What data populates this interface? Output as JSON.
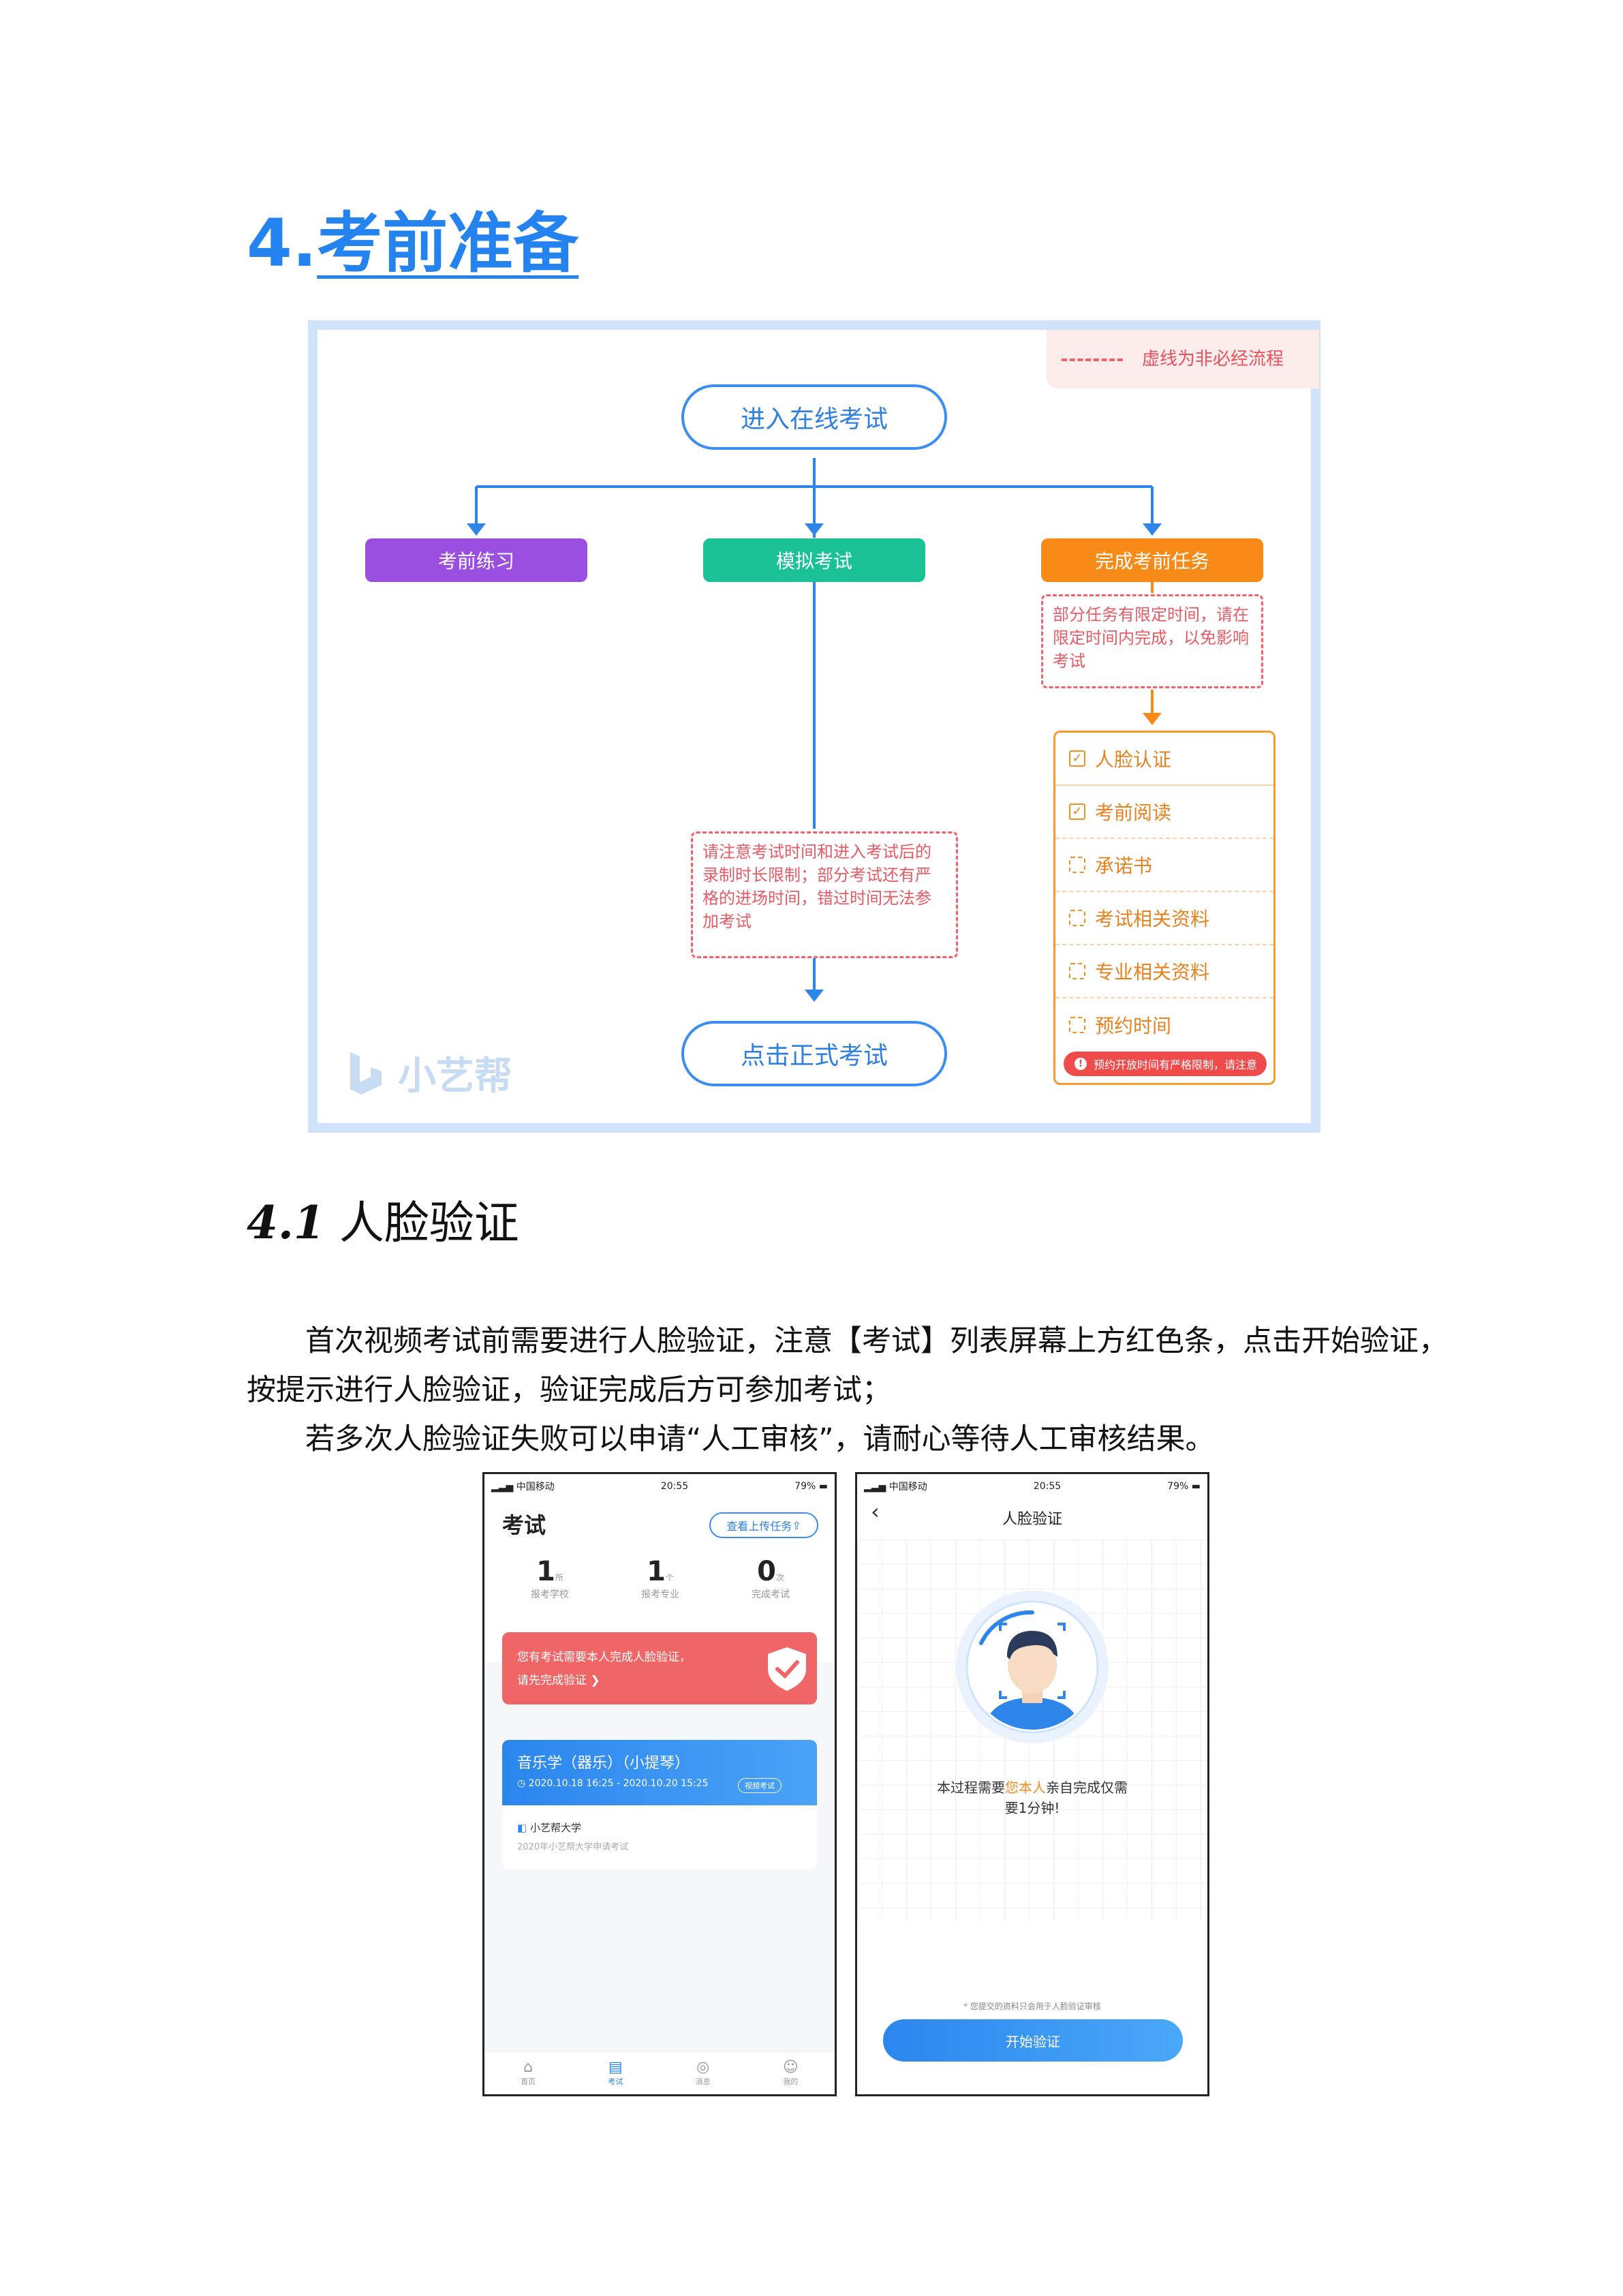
{
  "section_title": {
    "number": "4.",
    "text": "考前准备"
  },
  "flowchart": {
    "legend": "虚线为非必经流程",
    "start": "进入在线考试",
    "branches": {
      "practice": "考前练习",
      "mock": "模拟考试",
      "tasks": "完成考前任务"
    },
    "task_note": "部分任务有限定时间，请在限定时间内完成，以免影响考试",
    "mock_note": "请注意考试时间和进入考试后的录制时长限制；部分考试还有严格的进场时间，错过时间无法参加考试",
    "end": "点击正式考试",
    "tasks": [
      {
        "label": "人脸认证",
        "checked": true
      },
      {
        "label": "考前阅读",
        "checked": true
      },
      {
        "label": "承诺书",
        "checked": false
      },
      {
        "label": "考试相关资料",
        "checked": false
      },
      {
        "label": "专业相关资料",
        "checked": false
      },
      {
        "label": "预约时间",
        "checked": false
      }
    ],
    "task_warning": "预约开放时间有严格限制，请注意",
    "watermark": "小艺帮"
  },
  "subsection_title": {
    "number": "4.1",
    "text": "人脸验证"
  },
  "paragraphs": [
    "首次视频考试前需要进行人脸验证，注意【考试】列表屏幕上方红色条，点击开始验证，",
    "按提示进行人脸验证，验证完成后方可参加考试；",
    "若多次人脸验证失败可以申请“人工审核”，请耐心等待人工审核结果。"
  ],
  "phone1": {
    "carrier": "中国移动",
    "time": "20:55",
    "battery": "79%",
    "title": "考试",
    "upload_btn": "查看上传任务",
    "stats": [
      {
        "value": "1",
        "unit": "所",
        "label": "报考学校"
      },
      {
        "value": "1",
        "unit": "个",
        "label": "报考专业"
      },
      {
        "value": "0",
        "unit": "次",
        "label": "完成考试"
      }
    ],
    "alert_line1": "您有考试需要本人完成人脸验证，",
    "alert_line2": "请先完成验证",
    "exam_title": "音乐学（器乐）（小提琴）",
    "exam_time": "2020.10.18 16:25 - 2020.10.20 15:25",
    "exam_badge": "视频考试",
    "school": "小艺帮大学",
    "school_sub": "2020年小艺帮大学申请考试",
    "tabs": [
      "首页",
      "考试",
      "消息",
      "我的"
    ]
  },
  "phone2": {
    "carrier": "中国移动",
    "time": "20:55",
    "battery": "79%",
    "title": "人脸验证",
    "desc_pre": "本过程需要",
    "desc_highlight": "您本人",
    "desc_post": "亲自完成仅需",
    "desc_line2": "要1分钟!",
    "notice": "* 您提交的资料只会用于人脸验证审核",
    "button": "开始验证"
  },
  "colors": {
    "accent": "#2583f0",
    "practice": "#9b4fe0",
    "mock": "#19c195",
    "tasks": "#f88a18",
    "note": "#f3626c"
  }
}
